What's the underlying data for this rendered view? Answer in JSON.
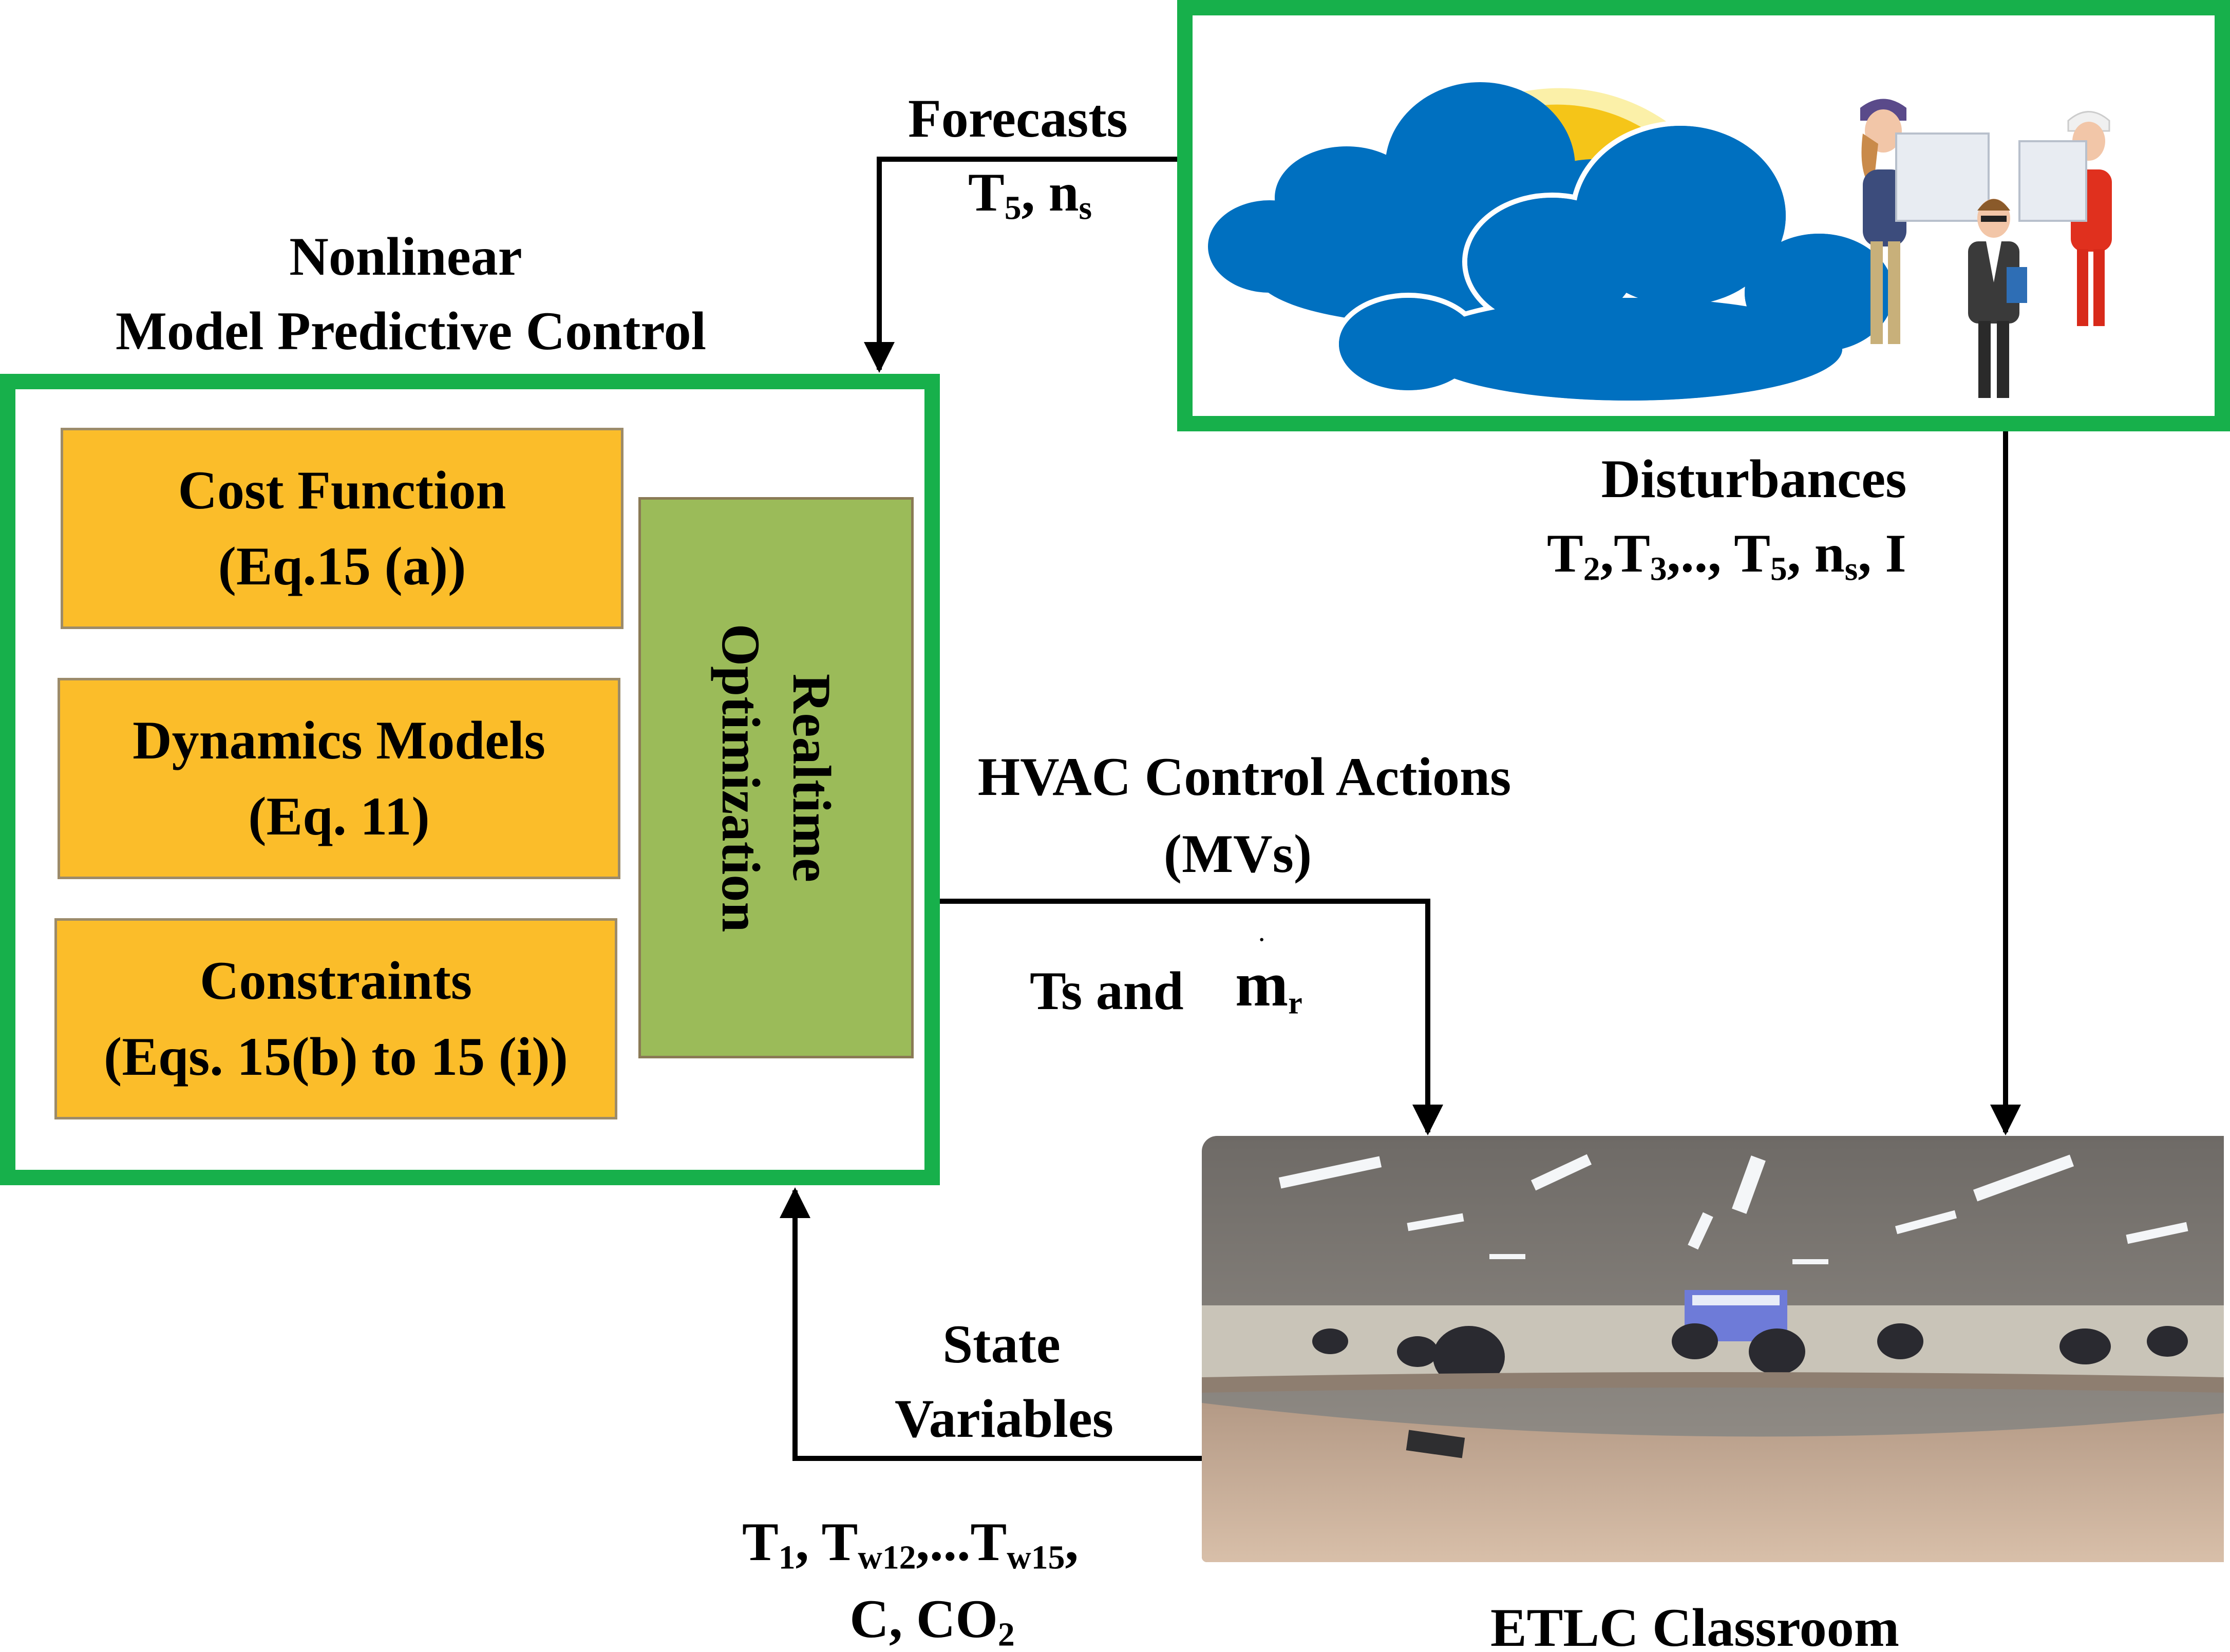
{
  "mpc": {
    "title_line1": "Nonlinear",
    "title_line2": "Model Predictive Control",
    "cost_line1": "Cost Function",
    "cost_line2": "(Eq.15 (a))",
    "dyn_line1": "Dynamics Models",
    "dyn_line2": "(Eq. 11)",
    "con_line1": "Constraints",
    "con_line2": "(Eqs. 15(b) to 15 (i))",
    "opt_line1": "Realtime",
    "opt_line2": "Optimization"
  },
  "forecasts": {
    "label": "Forecasts",
    "var_T": "T",
    "var_T_sub": "5",
    "sep": ", ",
    "var_n": "n",
    "var_n_sub": "s"
  },
  "disturbances": {
    "label": "Disturbances",
    "v1": "T",
    "v1_sub": "2",
    "v2": ",T",
    "v2_sub": "3",
    "v3": ",.., T",
    "v3_sub": "5",
    "v4": ", n",
    "v4_sub": "s",
    "v5": ", I"
  },
  "hvac": {
    "line1": "HVAC Control Actions",
    "line2": "(MVs)",
    "ts_and": "Ts and",
    "m_dot": "m",
    "m_sub": "r"
  },
  "state": {
    "line1": "State",
    "line2": "Variables",
    "v1": "T",
    "v1_sub": "1",
    "v2": ", T",
    "v2_sub": "w12",
    "v3": ",...T",
    "v3_sub": "w15",
    "v4": ",",
    "v5": "C, CO",
    "v5_sub": "2"
  },
  "classroom": {
    "caption": "ETLC Classroom"
  },
  "colors": {
    "frame_green": "#17B04B",
    "box_orange": "#FBBD2A",
    "box_green": "#9BBB59",
    "cloud_blue": "#0070C0",
    "sun_yellow": "#F5C518"
  }
}
